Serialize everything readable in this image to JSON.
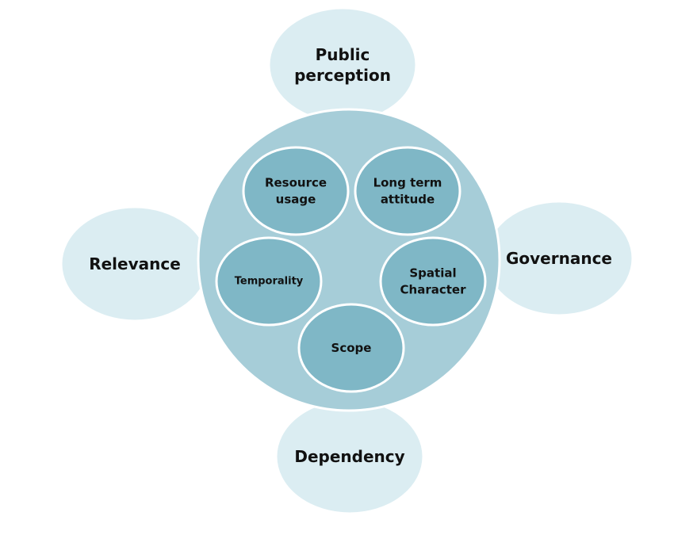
{
  "diagram": {
    "type": "circular-cluster",
    "hub": {
      "label": ""
    },
    "inner_nodes": [
      {
        "id": "resource-usage",
        "lines": [
          "Resource",
          "usage"
        ]
      },
      {
        "id": "long-term-attitude",
        "lines": [
          "Long term",
          "attitude"
        ]
      },
      {
        "id": "temporality",
        "lines": [
          "Temporality"
        ]
      },
      {
        "id": "spatial-character",
        "lines": [
          "Spatial",
          "Character"
        ]
      },
      {
        "id": "scope",
        "lines": [
          "Scope"
        ]
      }
    ],
    "outer_nodes": [
      {
        "id": "public-perception",
        "lines": [
          "Public",
          "perception"
        ]
      },
      {
        "id": "relevance",
        "lines": [
          "Relevance"
        ]
      },
      {
        "id": "governance",
        "lines": [
          "Governance"
        ]
      },
      {
        "id": "dependency",
        "lines": [
          "Dependency"
        ]
      }
    ],
    "colors": {
      "outer_node_fill": "#d8ecf1",
      "hub_fill": "#a6cdd8",
      "inner_node_fill": "#7fb7c6",
      "outline": "#ffffff",
      "text": "#111111"
    }
  }
}
